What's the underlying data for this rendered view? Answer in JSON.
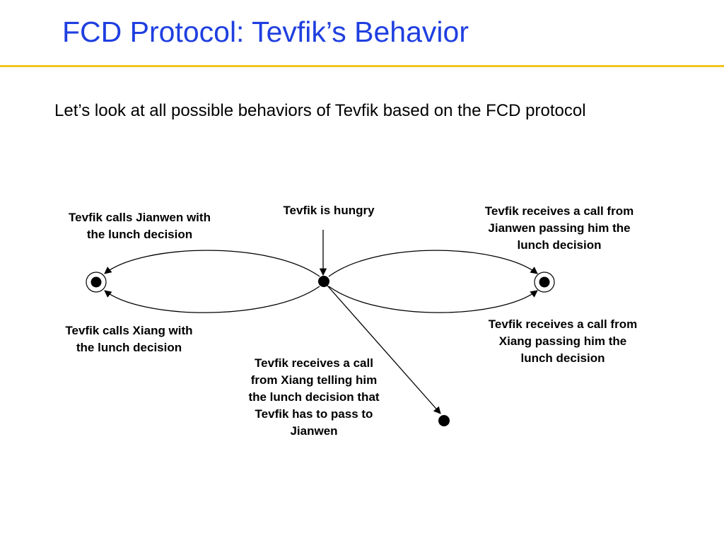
{
  "slide": {
    "title": "FCD Protocol: Tevfik’s Behavior",
    "intro": "Let’s look at all possible behaviors of Tevfik based on the FCD protocol"
  },
  "diagram": {
    "labels": {
      "start": "Tevfik is hungry",
      "calls_jianwen": "Tevfik calls Jianwen with\nthe lunch decision",
      "calls_xiang": "Tevfik calls Xiang with\nthe lunch decision",
      "receives_from_jianwen": "Tevfik receives a call from\nJianwen passing him the\nlunch decision",
      "receives_from_xiang": "Tevfik receives a call from\nXiang passing him the\nlunch decision",
      "receives_xiang_to_pass": "Tevfik receives a call\nfrom Xiang telling him\nthe lunch decision that\nTevfik has to pass to\nJianwen"
    },
    "colors": {
      "title": "#1f3fe0",
      "rule": "#f2c51a",
      "lines": "#000000"
    }
  }
}
